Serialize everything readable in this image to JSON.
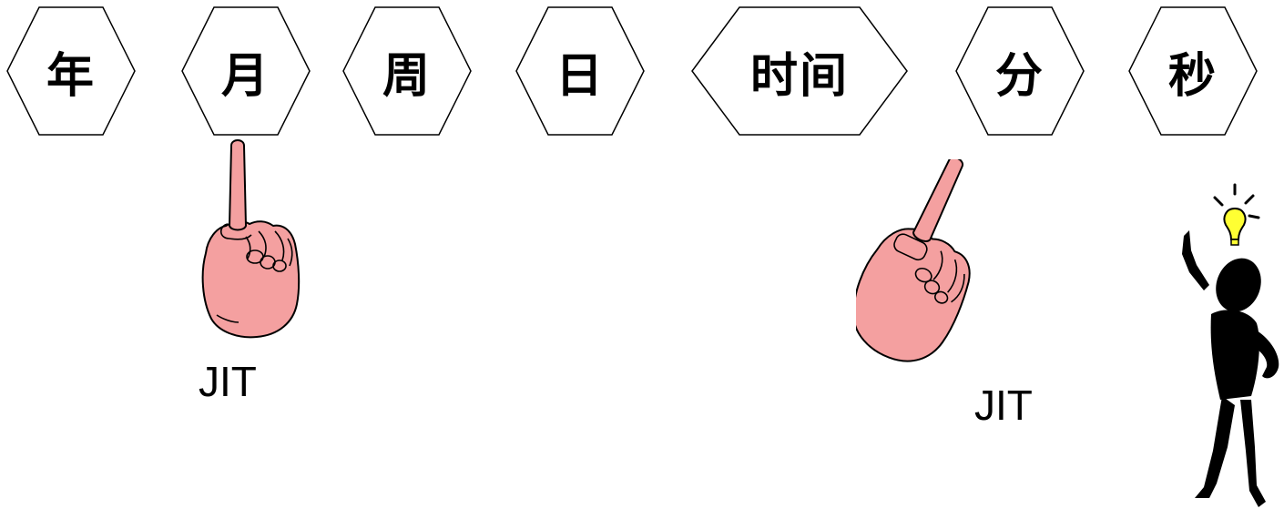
{
  "timeline": {
    "units": [
      {
        "label": "年"
      },
      {
        "label": "月"
      },
      {
        "label": "周"
      },
      {
        "label": "日"
      },
      {
        "label": "时间"
      },
      {
        "label": "分"
      },
      {
        "label": "秒"
      }
    ]
  },
  "markers": {
    "left_label": "JIT",
    "right_label": "JIT"
  },
  "colors": {
    "hand_fill": "#f4a0a0",
    "outline": "#000000",
    "bulb": "#ffff33"
  }
}
